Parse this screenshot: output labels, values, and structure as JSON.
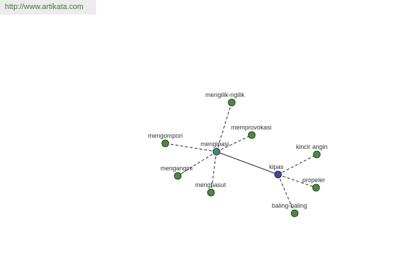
{
  "header": {
    "url": "http://www.artikata.com"
  },
  "colors": {
    "node": "#4d8a3f",
    "root_node": "#3f47a0",
    "hub_node": "#3f8a7a",
    "edge": "#222222",
    "url_text": "#3c7a34",
    "url_bg": "#ececec"
  },
  "graph": {
    "nodes": [
      {
        "id": "kipas",
        "label": "kipas",
        "kind": "root"
      },
      {
        "id": "mengipasi",
        "label": "mengipasi",
        "kind": "hub"
      },
      {
        "id": "mengilik-ngilik",
        "label": "mengilik-ngilik",
        "kind": "leaf"
      },
      {
        "id": "memprovokasi",
        "label": "memprovokasi",
        "kind": "leaf"
      },
      {
        "id": "mengompori",
        "label": "mengompori",
        "kind": "leaf"
      },
      {
        "id": "menganginі",
        "label": "menganginі",
        "kind": "leaf"
      },
      {
        "id": "menghasut",
        "label": "menghasut",
        "kind": "leaf"
      },
      {
        "id": "kincir-angin",
        "label": "kincir angin",
        "kind": "leaf"
      },
      {
        "id": "propeler",
        "label": "propeler",
        "kind": "leaf"
      },
      {
        "id": "baling-baling",
        "label": "baling-baling",
        "kind": "leaf"
      }
    ],
    "edges": [
      {
        "from": "mengipasi",
        "to": "kipas",
        "style": "solid"
      },
      {
        "from": "mengipasi",
        "to": "mengilik-ngilik",
        "style": "dashed"
      },
      {
        "from": "mengipasi",
        "to": "memprovokasi",
        "style": "dashed"
      },
      {
        "from": "mengipasi",
        "to": "mengompori",
        "style": "dashed"
      },
      {
        "from": "mengipasi",
        "to": "menganginі",
        "style": "dashed"
      },
      {
        "from": "mengipasi",
        "to": "menghasut",
        "style": "dashed"
      },
      {
        "from": "kipas",
        "to": "kincir-angin",
        "style": "dashed"
      },
      {
        "from": "kipas",
        "to": "propeler",
        "style": "dashed"
      },
      {
        "from": "kipas",
        "to": "baling-baling",
        "style": "dashed"
      }
    ]
  }
}
